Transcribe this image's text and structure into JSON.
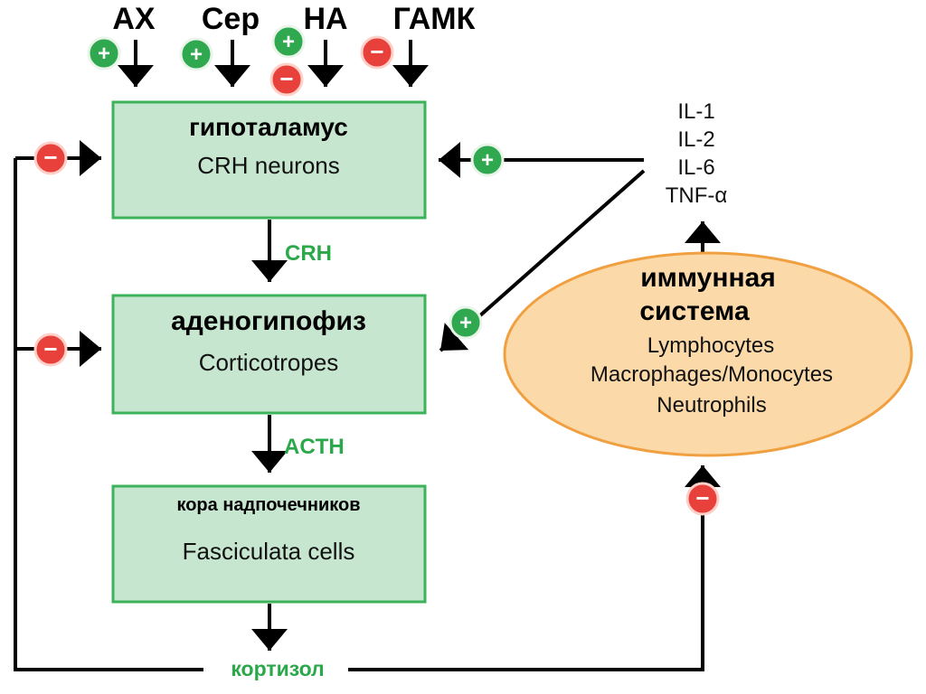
{
  "top_inputs": [
    "АХ",
    "Сер",
    "НА",
    "ГАМК"
  ],
  "boxes": {
    "hypothalamus": {
      "title": "гипоталамус",
      "subtitle": "CRH neurons"
    },
    "pituitary": {
      "title": "аденогипофиз",
      "subtitle": "Corticotropes"
    },
    "adrenal": {
      "title": "кора надпочечников",
      "subtitle": "Fasciculata cells"
    }
  },
  "hormones": {
    "crh": "CRH",
    "acth": "ACTH",
    "cortisol": "кортизол"
  },
  "cytokines": [
    "IL-1",
    "IL-2",
    "IL-6",
    "TNF-α"
  ],
  "immune": {
    "title_line1": "иммунная",
    "title_line2": "система",
    "cells": [
      "Lymphocytes",
      "Macrophages/Monocytes",
      "Neutrophils"
    ]
  },
  "signs": {
    "plus": "+",
    "minus": "−"
  },
  "colors": {
    "box_fill": "#c6e6cf",
    "box_border": "#3cb35a",
    "immune_fill": "#fcd9a8",
    "immune_border": "#f0a040",
    "plus_badge": "#2fa84f",
    "minus_badge": "#e8403a",
    "hormone_text": "#2aa84a"
  }
}
